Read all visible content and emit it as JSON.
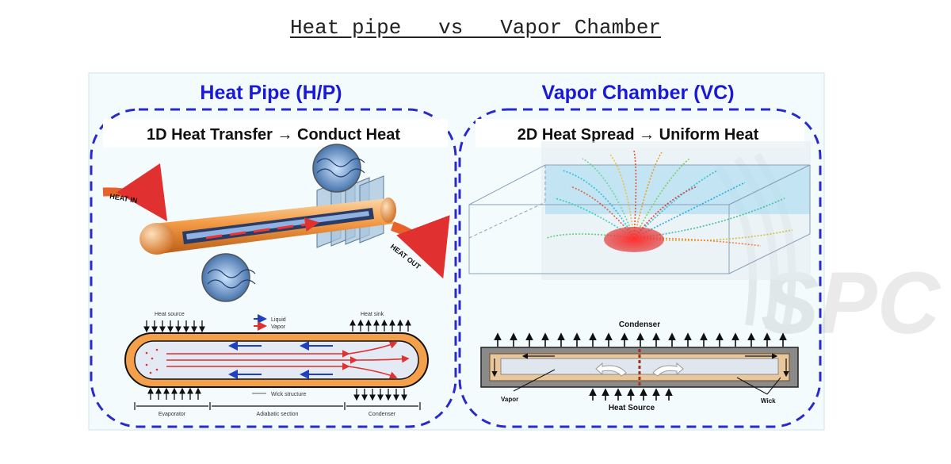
{
  "page_title": "Heat pipe   vs   Vapor Chamber",
  "heat_pipe": {
    "title": "Heat Pipe (H/P)",
    "subtitle": "1D Heat Transfer → Conduct Heat",
    "heat_in": "HEAT IN",
    "heat_out": "HEAT OUT",
    "heat_source": "Heat source",
    "heat_sink": "Heat sink",
    "legend_liquid": "Liquid",
    "legend_vapor": "Vapor",
    "wick_structure": "Wick structure",
    "evaporator": "Evaporator",
    "adiabatic_section": "Adiabatic section",
    "condenser": "Condenser"
  },
  "vapor_chamber": {
    "title": "Vapor Chamber (VC)",
    "subtitle": "2D Heat Spread → Uniform Heat",
    "condenser": "Condenser",
    "vapor": "Vapor",
    "wick": "Wick",
    "heat_source": "Heat Source"
  },
  "watermark": "SPC",
  "colors": {
    "title_blue": "#1a1ad6",
    "dash_blue": "#2a2acc",
    "pipe_orange": "#f0a050",
    "vapor_red": "#e03030"
  }
}
